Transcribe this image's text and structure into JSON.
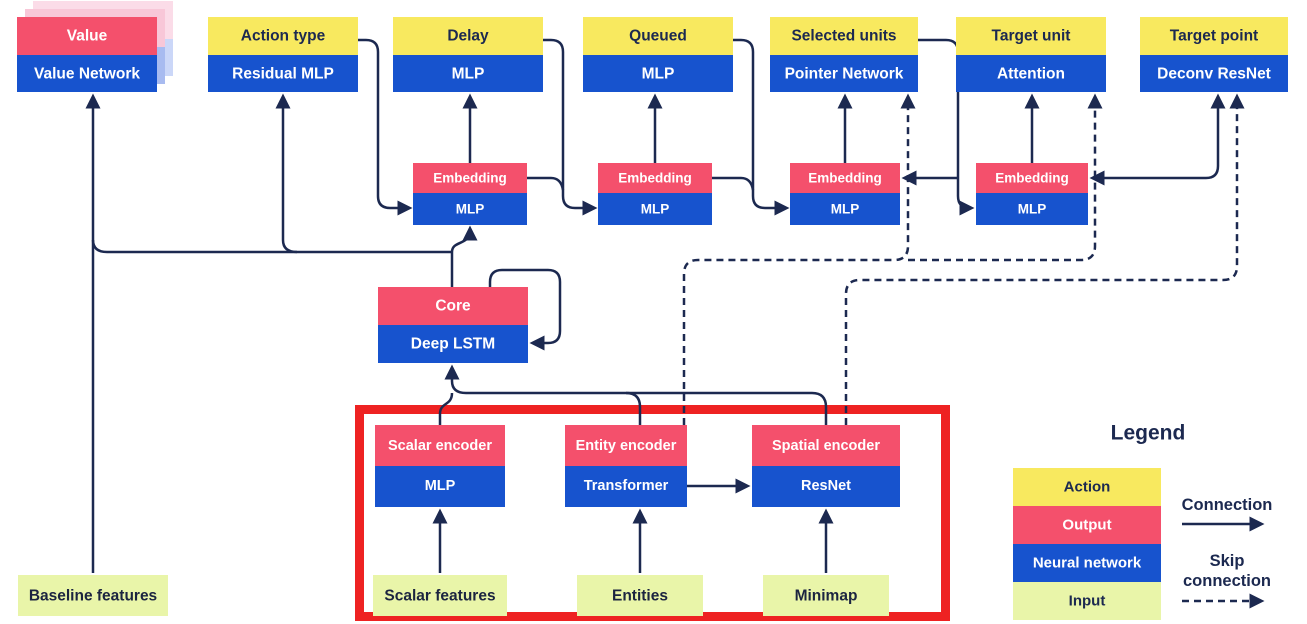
{
  "colors": {
    "action_yellow": "#F8E95F",
    "output_red": "#F4506C",
    "network_blue": "#1753CE",
    "input_green": "#E9F5A9",
    "line_navy": "#1C2950",
    "highlight_red": "#EE2222",
    "ghost_pink_near": "#F8C7D8",
    "ghost_blue_near": "#A8BBF0",
    "ghost_pink_far": "#FBDCE8",
    "ghost_blue_far": "#CBD7F8"
  },
  "nodes": {
    "value": {
      "top": "Value",
      "bottom": "Value Network"
    },
    "action_type": {
      "top": "Action type",
      "bottom": "Residual MLP"
    },
    "delay": {
      "top": "Delay",
      "bottom": "MLP"
    },
    "queued": {
      "top": "Queued",
      "bottom": "MLP"
    },
    "selected_units": {
      "top": "Selected units",
      "bottom": "Pointer Network"
    },
    "target_unit": {
      "top": "Target unit",
      "bottom": "Attention"
    },
    "target_point": {
      "top": "Target point",
      "bottom": "Deconv ResNet"
    },
    "embedding1": {
      "top": "Embedding",
      "bottom": "MLP"
    },
    "embedding2": {
      "top": "Embedding",
      "bottom": "MLP"
    },
    "embedding3": {
      "top": "Embedding",
      "bottom": "MLP"
    },
    "embedding4": {
      "top": "Embedding",
      "bottom": "MLP"
    },
    "core": {
      "top": "Core",
      "bottom": "Deep LSTM"
    },
    "scalar_encoder": {
      "top": "Scalar encoder",
      "bottom": "MLP"
    },
    "entity_encoder": {
      "top": "Entity encoder",
      "bottom": "Transformer"
    },
    "spatial_encoder": {
      "top": "Spatial encoder",
      "bottom": "ResNet"
    }
  },
  "inputs": {
    "baseline": "Baseline features",
    "scalar": "Scalar features",
    "entities": "Entities",
    "minimap": "Minimap"
  },
  "legend": {
    "title": "Legend",
    "rows": [
      {
        "label": "Action"
      },
      {
        "label": "Output"
      },
      {
        "label": "Neural network"
      },
      {
        "label": "Input"
      }
    ],
    "connection_label": "Connection",
    "skip_label_line1": "Skip",
    "skip_label_line2": "connection"
  }
}
